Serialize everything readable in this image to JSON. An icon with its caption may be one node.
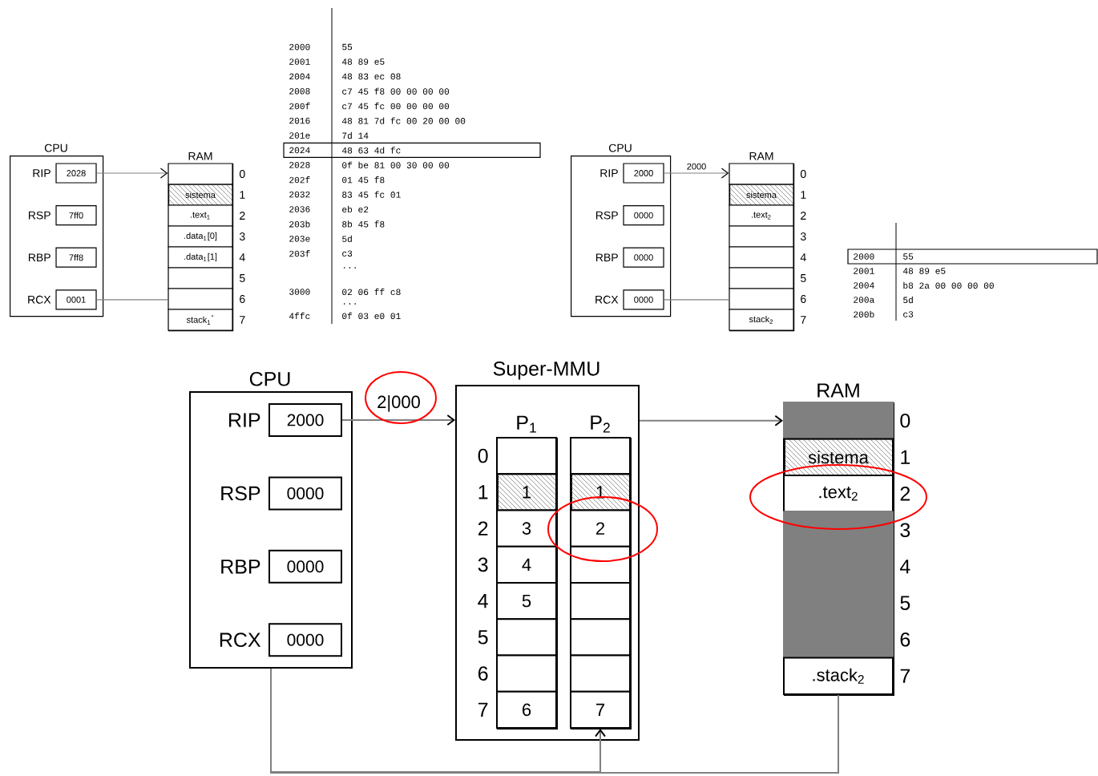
{
  "diagram": {
    "nodes": [
      {
        "text": [
          "CPU"
        ]
      },
      {
        "text": [
          "2028"
        ],
        "beside": [
          "RIP"
        ],
        "in": 0
      },
      {
        "text": [
          "7ff0"
        ],
        "beside": [
          "RSP"
        ],
        "in": 0
      },
      {
        "text": [
          "7ff8"
        ],
        "beside": [
          "RBP"
        ],
        "in": 0
      },
      {
        "text": [
          "0001"
        ],
        "beside": [
          "RCX"
        ],
        "in": 0
      },
      {
        "text": [
          "RAM"
        ]
      },
      {
        "text": [],
        "shape": "box",
        "beside": [
          "0"
        ],
        "in": 5
      },
      {
        "text": [
          "sistema"
        ],
        "beside": [
          "1"
        ],
        "in": 5
      },
      {
        "text": [
          ".text$_{1}$"
        ],
        "beside": [
          "2"
        ],
        "in": 5
      },
      {
        "text": [
          ".data$_{1}$[0]"
        ],
        "beside": [
          "3"
        ],
        "in": 5
      },
      {
        "text": [
          ".data$_{1}$[1]"
        ],
        "beside": [
          "4"
        ],
        "in": 5
      },
      {
        "text": [],
        "shape": "box",
        "beside": [
          "5"
        ],
        "in": 5
      },
      {
        "text": [],
        "shape": "box",
        "beside": [
          "6"
        ],
        "in": 5
      },
      {
        "text": [
          "stack$_{1}$$^{''}$"
        ],
        "beside": [
          "7"
        ],
        "in": 5
      },
      {
        "text": [
          "CPU"
        ]
      },
      {
        "text": [
          "2000"
        ],
        "beside": [
          "RIP"
        ],
        "in": 14
      },
      {
        "text": [
          "0000"
        ],
        "beside": [
          "RSP"
        ],
        "in": 14
      },
      {
        "text": [
          "0000"
        ],
        "beside": [
          "RBP"
        ],
        "in": 14
      },
      {
        "text": [
          "0000"
        ],
        "beside": [
          "RCX"
        ],
        "in": 14
      },
      {
        "text": [
          "RAM"
        ]
      },
      {
        "text": [],
        "shape": "box",
        "beside": [
          "0"
        ],
        "in": 19
      },
      {
        "text": [
          "sistema"
        ],
        "beside": [
          "1"
        ],
        "in": 19
      },
      {
        "text": [
          ".text$_{2}$"
        ],
        "beside": [
          "2"
        ],
        "in": 19
      },
      {
        "text": [],
        "shape": "box",
        "beside": [
          "3"
        ],
        "in": 19
      },
      {
        "text": [],
        "shape": "box",
        "beside": [
          "4"
        ],
        "in": 19
      },
      {
        "text": [],
        "shape": "box",
        "beside": [
          "5"
        ],
        "in": 19
      },
      {
        "text": [],
        "shape": "box",
        "beside": [
          "6"
        ],
        "in": 19
      },
      {
        "text": [
          "stack$_{2}$"
        ],
        "beside": [
          "7"
        ],
        "in": 19
      },
      {
        "text": [
          "CPU"
        ]
      },
      {
        "text": [
          "2000"
        ],
        "beside": [
          "RIP"
        ],
        "in": 28
      },
      {
        "text": [
          "0000"
        ],
        "beside": [
          "RSP"
        ],
        "in": 28
      },
      {
        "text": [
          "0000"
        ],
        "beside": [
          "RBP"
        ],
        "in": 28
      },
      {
        "text": [
          "0000"
        ],
        "beside": [
          "RCX"
        ],
        "in": 28
      },
      {
        "text": [
          "Super-MMU"
        ]
      },
      {
        "text": [
          "P$_{1}$"
        ],
        "in": 33
      },
      {
        "text": [],
        "shape": "box",
        "beside": [
          "0"
        ],
        "in": 34
      },
      {
        "text": [
          "1"
        ],
        "beside": [
          "1"
        ],
        "in": 34
      },
      {
        "text": [
          "3"
        ],
        "beside": [
          "2"
        ],
        "in": 34
      },
      {
        "text": [
          "4"
        ],
        "beside": [
          "3"
        ],
        "in": 34
      },
      {
        "text": [
          "5"
        ],
        "beside": [
          "4"
        ],
        "in": 34
      },
      {
        "text": [],
        "shape": "box",
        "beside": [
          "5"
        ],
        "in": 34
      },
      {
        "text": [],
        "shape": "box",
        "beside": [
          "6"
        ],
        "in": 34
      },
      {
        "text": [
          "6"
        ],
        "beside": [
          "7"
        ],
        "in": 34
      },
      {
        "text": [
          "P$_{2}$"
        ],
        "in": 33
      },
      {
        "text": [],
        "shape": "box",
        "in": 43
      },
      {
        "text": [
          "1"
        ],
        "in": 43
      },
      {
        "text": [
          "2"
        ],
        "in": 43
      },
      {
        "text": [],
        "shape": "box",
        "in": 43
      },
      {
        "text": [],
        "shape": "box",
        "in": 43
      },
      {
        "text": [],
        "shape": "box",
        "in": 43
      },
      {
        "text": [],
        "shape": "box",
        "in": 43
      },
      {
        "text": [
          "7"
        ],
        "in": 43
      },
      {
        "text": [
          "RAM"
        ]
      },
      {
        "text": [],
        "shape": "box",
        "beside": [
          "0"
        ],
        "in": 52
      },
      {
        "text": [
          "sistema"
        ],
        "beside": [
          "1"
        ],
        "in": 52
      },
      {
        "text": [
          ".text$_{2}$"
        ],
        "beside": [
          "2"
        ],
        "in": 52
      },
      {
        "text": [],
        "shape": "box",
        "beside": [
          "3"
        ],
        "in": 52
      },
      {
        "text": [],
        "shape": "box",
        "beside": [
          "4"
        ],
        "in": 52
      },
      {
        "text": [],
        "shape": "box",
        "beside": [
          "5"
        ],
        "in": 52
      },
      {
        "text": [],
        "shape": "box",
        "beside": [
          "6"
        ],
        "in": 52
      },
      {
        "text": [
          ".stack$_{2}$"
        ],
        "beside": [
          "7"
        ],
        "in": 52
      }
    ],
    "edges": [
      {
        "from": 1,
        "to": 6,
        "arrow": "to"
      },
      {
        "from": 4,
        "to": 12,
        "arrow": "none"
      },
      {
        "from": 15,
        "to": 20,
        "arrow": "to",
        "label": "2000"
      },
      {
        "from": 18,
        "to": 26,
        "arrow": "none"
      },
      {
        "from": 29,
        "to": 33,
        "arrow": "to",
        "label": "2|000"
      },
      {
        "from": 33,
        "to": 53,
        "arrow": "to"
      },
      {
        "from": 28,
        "to": 60,
        "arrow": "none"
      },
      {
        "from": 28,
        "to": 51,
        "arrow": "to"
      }
    ],
    "labels": [
      "2000",
      "55",
      "2001",
      "48 89 e5",
      "2004",
      "48 83 ec 08",
      "2008",
      "c7 45 f8 00 00 00 00",
      "200f",
      "c7 45 fc 00 00 00 00",
      "2016",
      "48 81 7d fc 00 20 00 00",
      "201e",
      "7d 14",
      "2024",
      "48 63 4d fc",
      "2028",
      "0f be 81 00 30 00 00",
      "202f",
      "01 45 f8",
      "2032",
      "83 45 fc 01",
      "2036",
      "eb e2",
      "203b",
      "8b 45 f8",
      "203e",
      "5d",
      "203f",
      "c3",
      "...",
      "3000",
      "02 06 ff c8",
      "...",
      "4ffc",
      "0f 03 e0 01",
      "2000",
      "55",
      "2001",
      "48 89 e5",
      "2004",
      "b8 2a 00 00 00 00",
      "200a",
      "5d",
      "200b",
      "c3"
    ]
  }
}
